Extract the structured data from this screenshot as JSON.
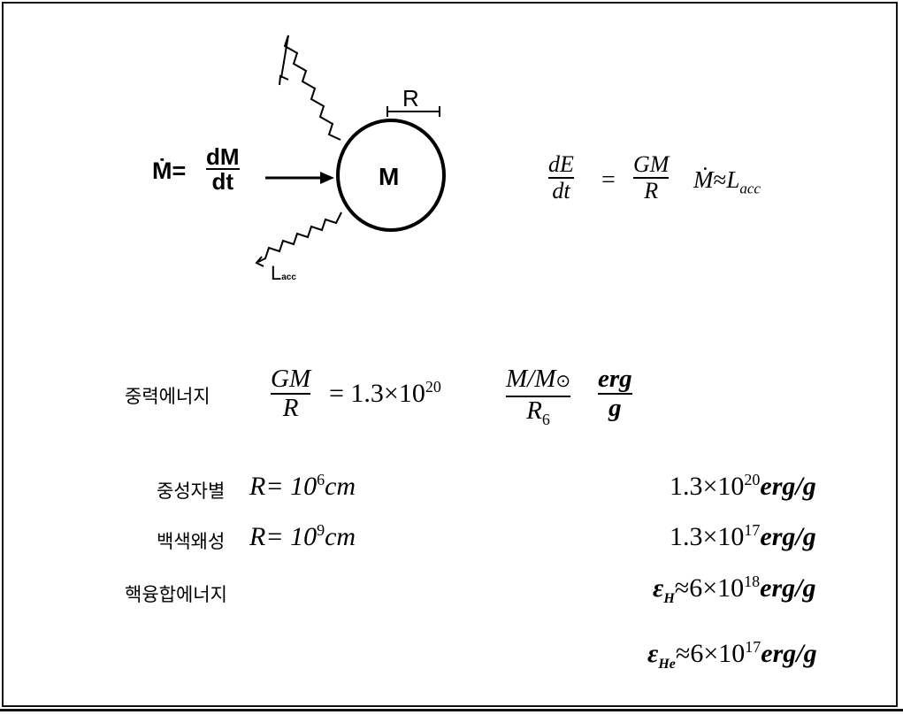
{
  "colors": {
    "ink": "#000000",
    "background": "#ffffff"
  },
  "diagram": {
    "mdot_prefix": "Ṁ=",
    "mdot_num": "dM",
    "mdot_den": "dt",
    "mass_label": "M",
    "radius_label": "R",
    "luminosity_main": "L",
    "luminosity_sub": "acc"
  },
  "energy_rate": {
    "lhs_num": "dE",
    "lhs_den": "dt",
    "eq": "=",
    "rhs_num": "GM",
    "rhs_den": "R",
    "mdot": "Ṁ",
    "approx": "≈",
    "l": "L",
    "l_sub": "acc"
  },
  "grav_energy": {
    "label": "중력에너지",
    "num": "GM",
    "den": "R",
    "coef": "= 1.3×10",
    "exp": "20",
    "mass_ratio": "M/M",
    "sun": "⊙",
    "r": "R",
    "r_sub": "6",
    "unit_num": "erg",
    "unit_den": "g"
  },
  "rows": [
    {
      "label": "중성자별",
      "radius_expr": "R= 10",
      "radius_exp": "6",
      "radius_unit": "cm",
      "value": "1.3×10",
      "value_exp": "20",
      "value_unit": "erg/g"
    },
    {
      "label": "백색왜성",
      "radius_expr": "R= 10",
      "radius_exp": "9",
      "radius_unit": "cm",
      "value": "1.3×10",
      "value_exp": "17",
      "value_unit": "erg/g"
    }
  ],
  "fusion": {
    "label": "핵융합에너지",
    "items": [
      {
        "eps": "ε",
        "sub": "H",
        "rest": "≈6×10",
        "exp": "18",
        "unit": "erg/g"
      },
      {
        "eps": "ε",
        "sub": "He",
        "rest": "≈6×10",
        "exp": "17",
        "unit": "erg/g"
      }
    ]
  }
}
